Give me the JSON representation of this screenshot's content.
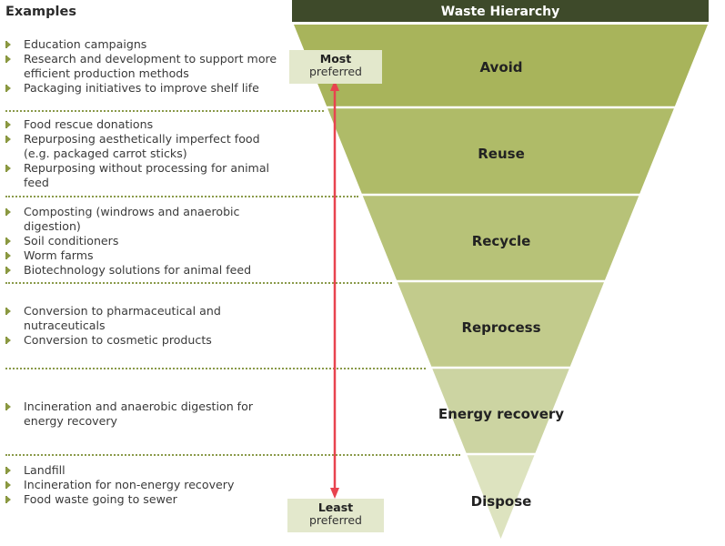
{
  "examples_heading": "Examples",
  "header_title": "Waste Hierarchy",
  "most_label": {
    "bold": "Most",
    "sub": "preferred"
  },
  "least_label": {
    "bold": "Least",
    "sub": "preferred"
  },
  "colors": {
    "header": "#3e4a2a",
    "arrow": "#e8434f",
    "bullet": "#8a9840",
    "pref_box": "#e3e8cc",
    "tiers": [
      "#a8b45b",
      "#afbb68",
      "#b7c278",
      "#c2cb8c",
      "#ccd4a2",
      "#dde3bf"
    ]
  },
  "tiers": [
    {
      "label": "Avoid",
      "examples": [
        "Education campaigns",
        "Research and development to support more efficient production methods",
        "Packaging initiatives to improve shelf life"
      ]
    },
    {
      "label": "Reuse",
      "examples": [
        "Food rescue donations",
        "Repurposing aesthetically imperfect food (e.g. packaged carrot sticks)",
        "Repurposing without processing for animal feed"
      ]
    },
    {
      "label": "Recycle",
      "examples": [
        "Composting (windrows and anaerobic digestion)",
        "Soil conditioners",
        "Worm farms",
        "Biotechnology solutions for animal feed"
      ]
    },
    {
      "label": "Reprocess",
      "examples": [
        "Conversion to pharmaceutical and nutraceuticals",
        "Conversion to cosmetic products"
      ]
    },
    {
      "label": "Energy recovery",
      "examples": [
        "Incineration and anaerobic digestion for energy recovery"
      ]
    },
    {
      "label": "Dispose",
      "examples": [
        "Landfill",
        "Incineration for non-energy recovery",
        "Food waste going to sewer"
      ]
    }
  ]
}
